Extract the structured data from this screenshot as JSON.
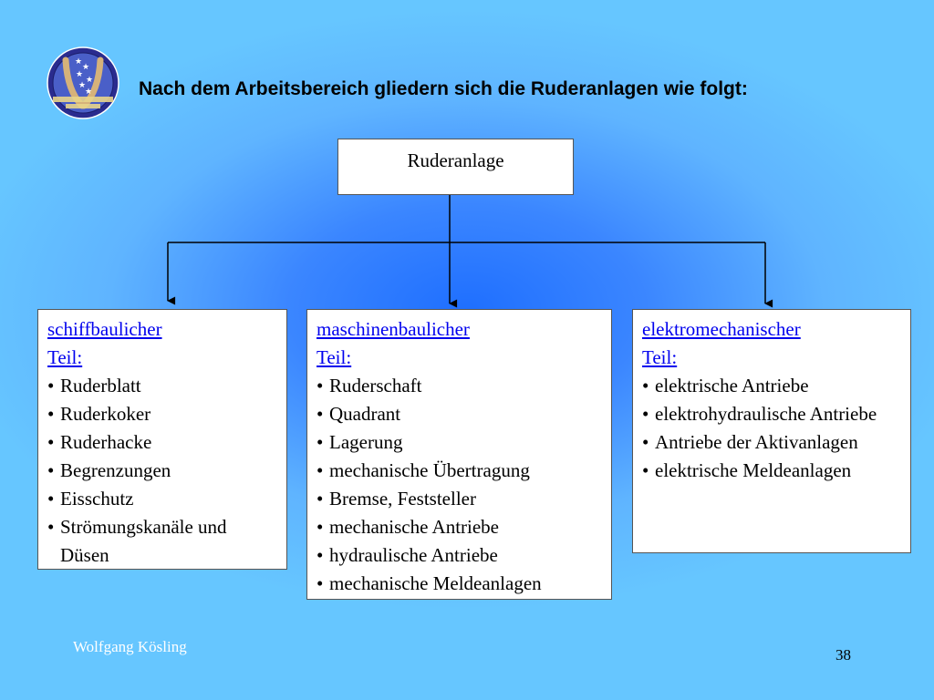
{
  "slide": {
    "title": "Nach dem Arbeitsbereich gliedern sich die Ruderanlagen wie folgt:",
    "footer_author": "Wolfgang Kösling",
    "page_number": "38"
  },
  "diagram": {
    "root": "Ruderanlage",
    "categories": [
      {
        "heading_line1": "schiffbaulicher",
        "heading_line2": "Teil:",
        "items": [
          "Ruderblatt",
          "Ruderkoker",
          "Ruderhacke",
          "Begrenzungen",
          "Eisschutz",
          "Strömungskanäle und Düsen"
        ]
      },
      {
        "heading_line1": "maschinenbaulicher",
        "heading_line2": "Teil:",
        "items": [
          "Ruderschaft",
          "Quadrant",
          "Lagerung",
          "mechanische Übertragung",
          "Bremse, Feststeller",
          "mechanische Antriebe",
          "hydraulische Antriebe",
          "mechanische Meldeanlagen"
        ]
      },
      {
        "heading_line1": "elektromechanischer",
        "heading_line2": "Teil:",
        "items": [
          "elektrische Antriebe",
          "elektrohydraulische Antriebe",
          "Antriebe der Aktivanlagen",
          "elektrische Meldeanlagen"
        ]
      }
    ]
  }
}
